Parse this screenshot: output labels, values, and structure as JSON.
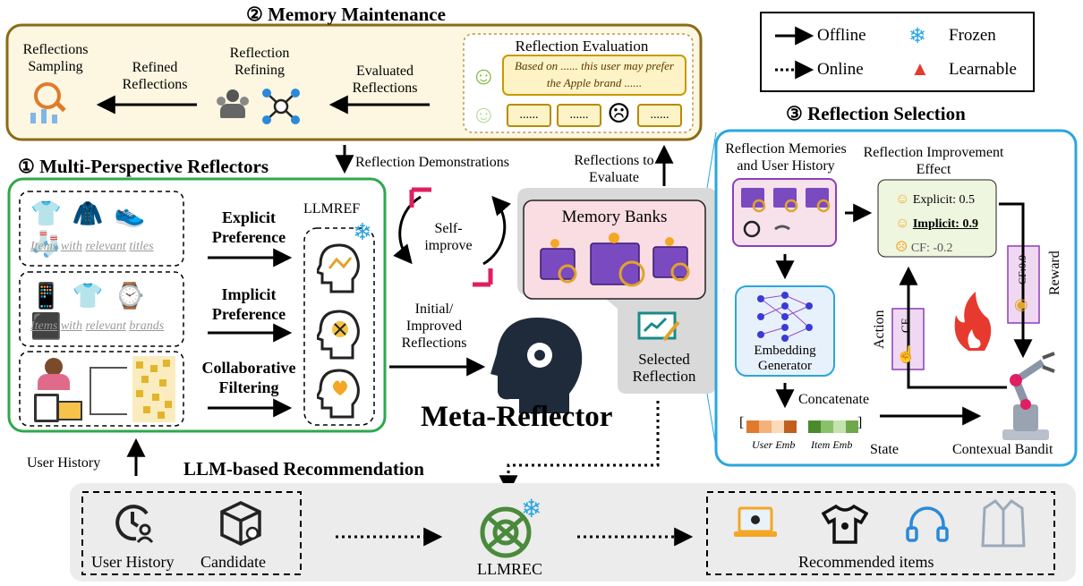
{
  "sections": {
    "memory_maintenance": "② Memory Maintenance",
    "multi_perspective": "① Multi-Perspective Reflectors",
    "reflection_selection": "③ Reflection Selection",
    "llm_recommendation": "LLM-based Recommendation"
  },
  "legend": {
    "offline": "Offline",
    "online": "Online",
    "frozen": "Frozen",
    "learnable": "Learnable"
  },
  "memory": {
    "sampling": "Reflections Sampling",
    "refined": "Refined Reflections",
    "refining": "Reflection Refining",
    "evaluated": "Evaluated Reflections",
    "evaluation_title": "Reflection Evaluation",
    "evaluation_text": "Based on ...... this user may prefer the Apple brand ......",
    "dots": "......"
  },
  "flow": {
    "demonstrations": "Reflection Demonstrations",
    "to_evaluate": "Reflections to Evaluate",
    "self_improve": "Self-improve",
    "initial_improved": "Initial/ Improved Reflections",
    "user_history": "User History"
  },
  "reflectors": {
    "llmref": "LLMREF",
    "rows": [
      {
        "caption_words": [
          "Items",
          "with",
          "relevant",
          "titles"
        ],
        "label": "Explicit Preference"
      },
      {
        "caption_words": [
          "Items",
          "with",
          "relevant",
          "brands"
        ],
        "label": "Implicit Preference"
      },
      {
        "caption_words": [],
        "label": "Collaborative Filtering"
      }
    ]
  },
  "meta": {
    "memory_banks": "Memory Banks",
    "selected": "Selected Reflection",
    "meta_reflector": "Meta-Reflector"
  },
  "selection": {
    "memories": "Reflection Memories and User History",
    "improvement": "Reflection Improvement Effect",
    "effects": [
      {
        "label": "Explicit: 0.5",
        "bold": false
      },
      {
        "label": "Implicit: 0.9",
        "bold": true
      },
      {
        "label": "CF: -0.2",
        "bold": false
      }
    ],
    "embedding": "Embedding Generator",
    "concatenate": "Concatenate",
    "user_emb": "User Emb",
    "item_emb": "Item Emb",
    "state": "State",
    "action": "Action",
    "cf": "CF",
    "reward_value": "CF:0.9",
    "reward": "Reward",
    "bandit": "Contexual Bandit"
  },
  "recommendation": {
    "user_history": "User History",
    "candidate": "Candidate",
    "llmrec": "LLMREC",
    "recommended": "Recommended items"
  },
  "colors": {
    "memory_border": "#8a6a14",
    "memory_fill": "#fdf6e0",
    "reflector_border": "#2ea84a",
    "selection_border": "#2aa6dc",
    "rec_fill": "#ececec",
    "pink": "#e01f63",
    "purple": "#8a3fb8"
  }
}
